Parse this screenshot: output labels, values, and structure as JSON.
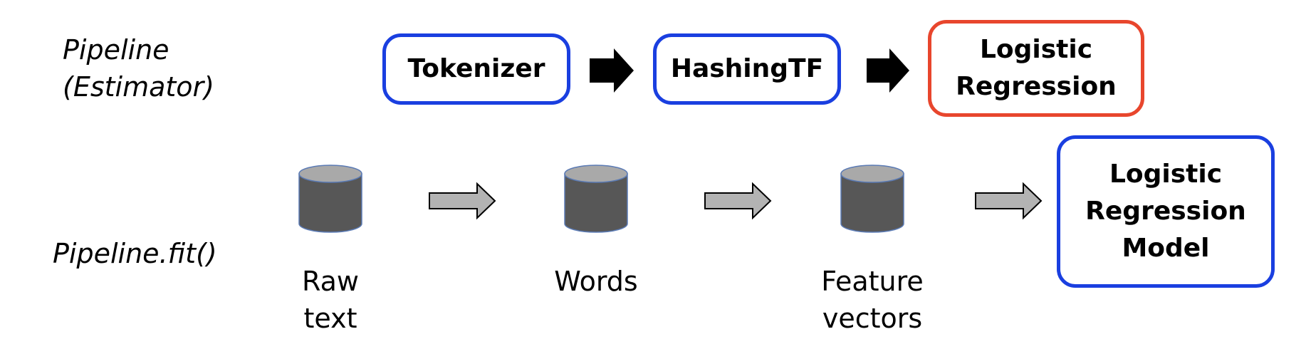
{
  "rows": {
    "pipeline_label": "Pipeline\n(Estimator)",
    "fit_label": "Pipeline.fit()"
  },
  "stages": {
    "tokenizer": "Tokenizer",
    "hashingtf": "HashingTF",
    "logistic_regression": "Logistic\nRegression"
  },
  "data_items": {
    "raw_text": "Raw\ntext",
    "words": "Words",
    "feature_vectors": "Feature\nvectors"
  },
  "model": {
    "label": "Logistic\nRegression\nModel"
  },
  "colors": {
    "transformer_border": "#1a3fe0",
    "estimator_border": "#e8462d",
    "model_border": "#1a3fe0",
    "cylinder_body": "#575757",
    "cylinder_top": "#a9a9a9",
    "cylinder_outline": "#5b7bb5",
    "flow_arrow_fill": "#b3b3b3",
    "flow_arrow_stroke": "#000000",
    "stage_arrow": "#000000"
  }
}
